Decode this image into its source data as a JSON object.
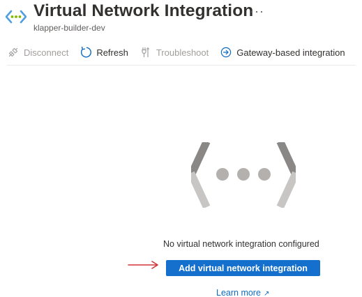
{
  "header": {
    "title": "Virtual Network Integration",
    "subtitle": "klapper-builder-dev",
    "more_label": "···",
    "icon": "vnet-integration-icon"
  },
  "toolbar": {
    "items": [
      {
        "label": "Disconnect",
        "icon": "disconnect-icon",
        "enabled": false
      },
      {
        "label": "Refresh",
        "icon": "refresh-icon",
        "enabled": true
      },
      {
        "label": "Troubleshoot",
        "icon": "troubleshoot-icon",
        "enabled": false
      },
      {
        "label": "Gateway-based integration",
        "icon": "gateway-arrow-icon",
        "enabled": true
      }
    ]
  },
  "empty_state": {
    "message": "No virtual network integration configured",
    "add_button_label": "Add virtual network integration",
    "learn_more_label": "Learn more",
    "illustration": "vnet-illustration"
  },
  "colors": {
    "accent": "#1470cc",
    "link": "#0f6cbd",
    "annotation_arrow": "#d13438",
    "disabled_text": "#a19f9d"
  }
}
